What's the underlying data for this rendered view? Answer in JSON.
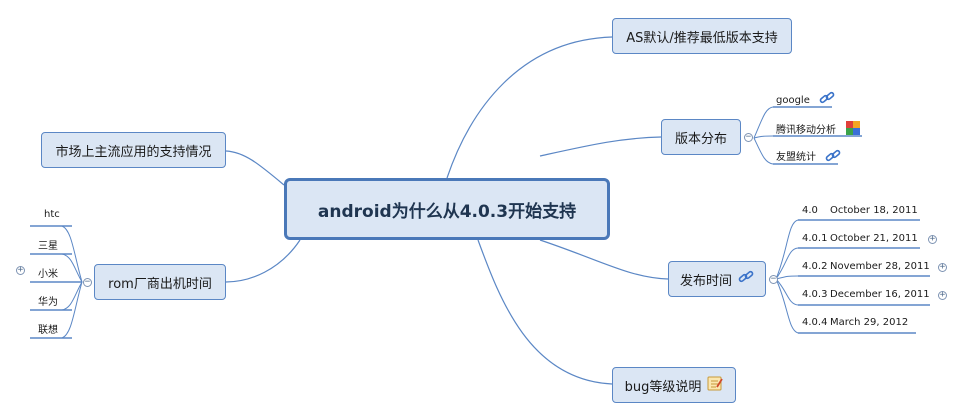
{
  "central": "android为什么从4.0.3开始支持",
  "left_topics": {
    "market": "市场上主流应用的支持情况",
    "rom": {
      "label": "rom厂商出机时间",
      "children": [
        "htc",
        "三星",
        "小米",
        "华为",
        "联想"
      ]
    }
  },
  "right_topics": {
    "as": "AS默认/推荐最低版本支持",
    "version_dist": {
      "label": "版本分布",
      "children": [
        "google",
        "腾讯移动分析",
        "友盟统计"
      ]
    },
    "release": {
      "label": "发布时间",
      "children": [
        {
          "version": "4.0",
          "date": "October 18, 2011"
        },
        {
          "version": "4.0.1",
          "date": "October 21, 2011"
        },
        {
          "version": "4.0.2",
          "date": "November 28, 2011"
        },
        {
          "version": "4.0.3",
          "date": "December 16, 2011"
        },
        {
          "version": "4.0.4",
          "date": "March 29, 2012"
        }
      ]
    },
    "bug": "bug等级说明"
  },
  "toggles": {
    "collapse": "−",
    "expand": "+"
  },
  "icons": {
    "link": "link-icon",
    "puzzle": "puzzle-icon",
    "note": "note-icon"
  },
  "colors": {
    "node_fill": "#dbe6f4",
    "node_border": "#5b87c5",
    "central_border": "#4a78b8",
    "line": "#4a7cc0"
  }
}
